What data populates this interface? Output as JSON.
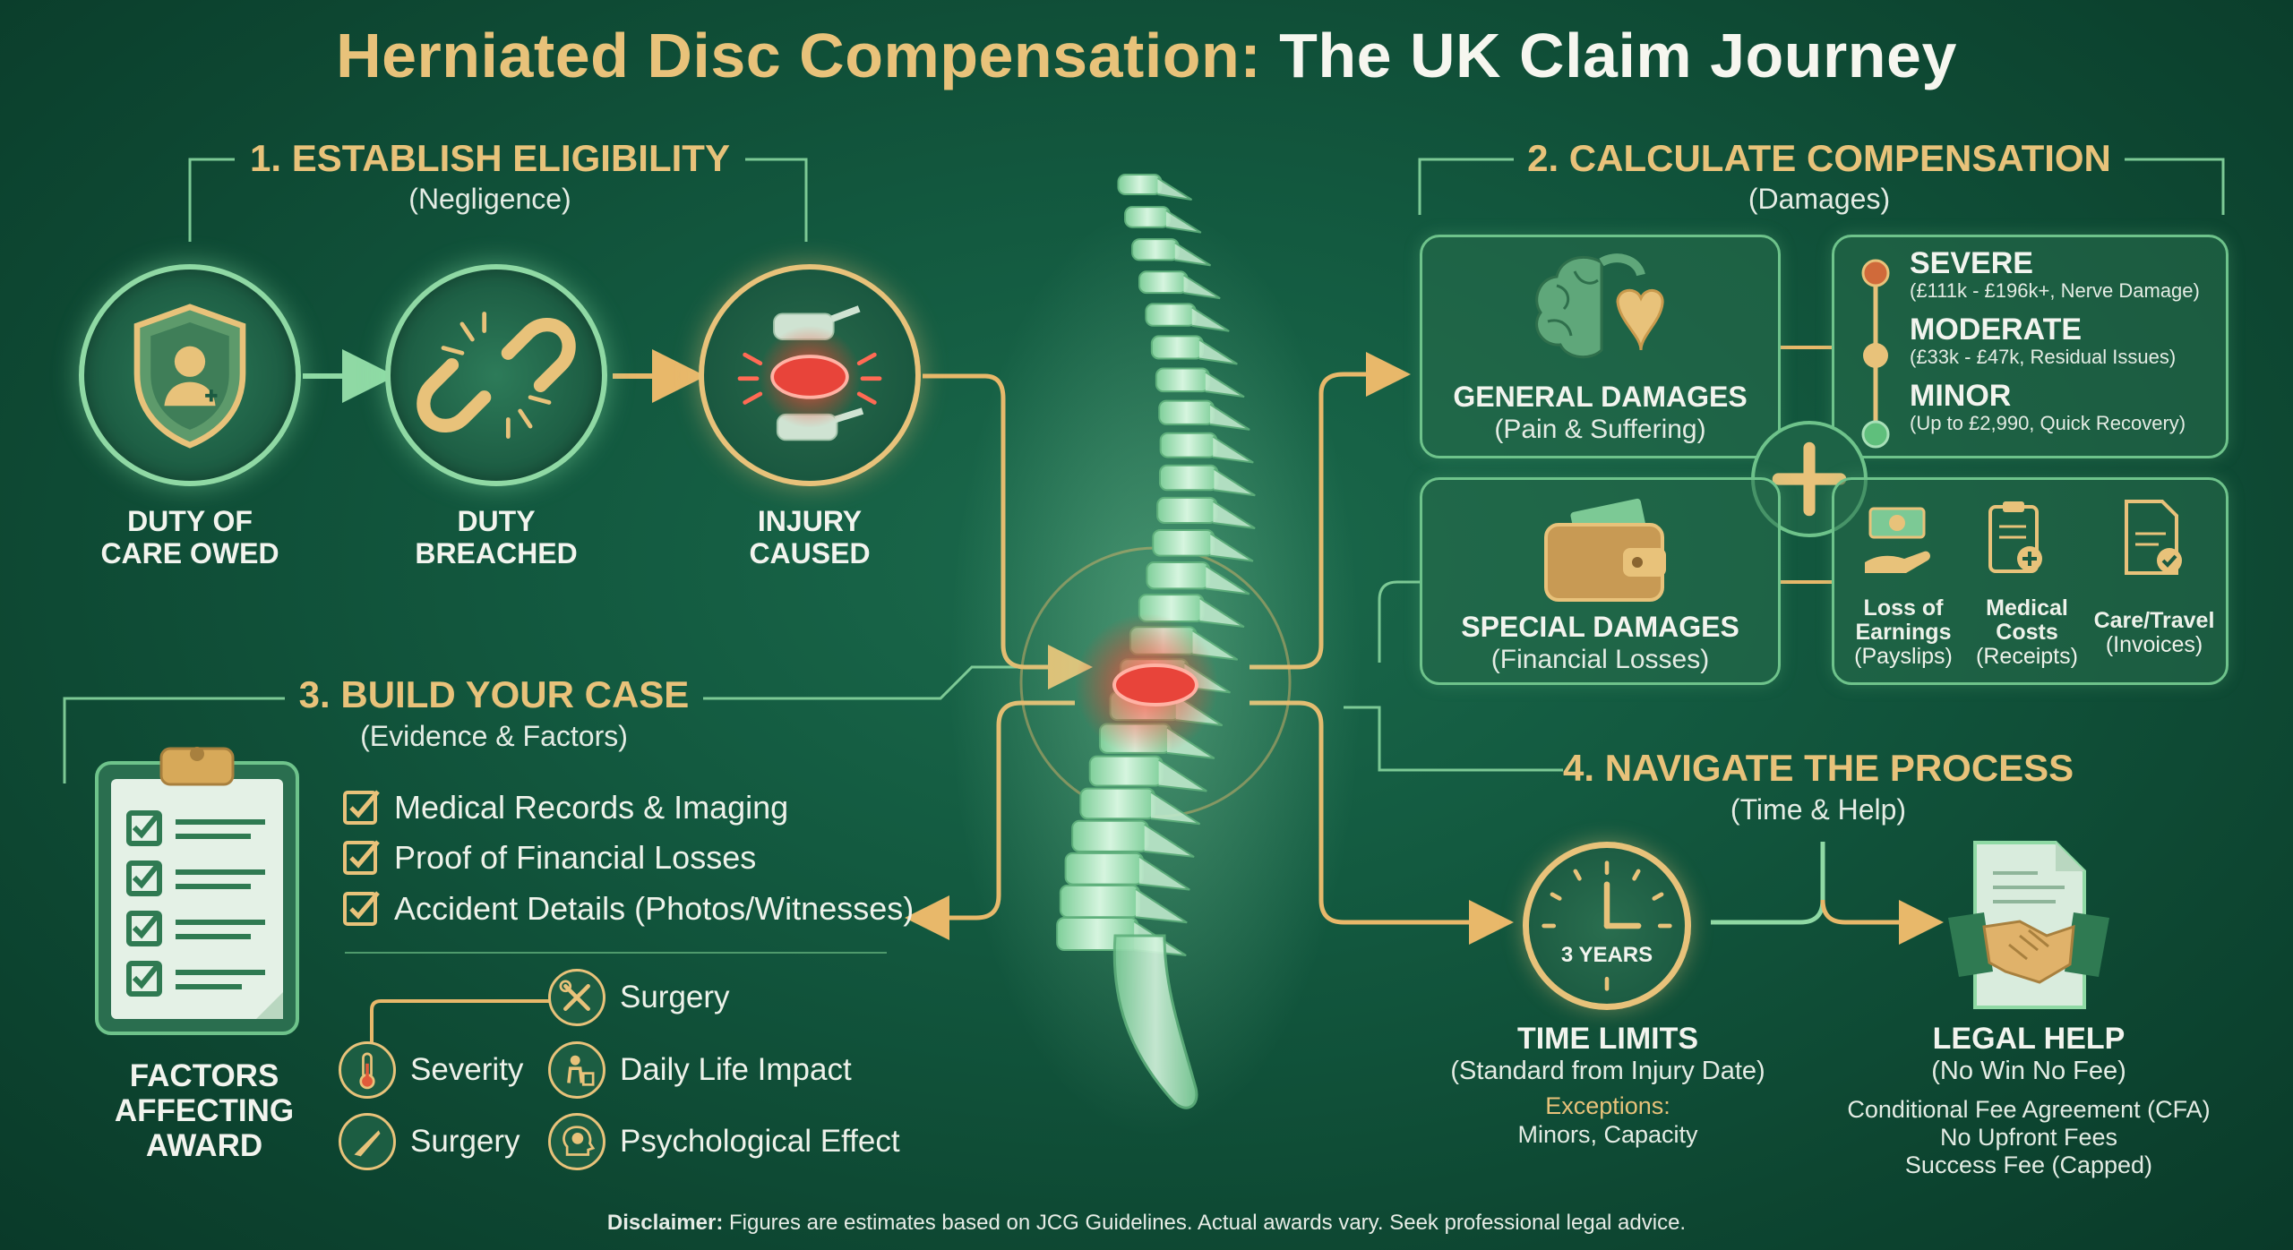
{
  "title": {
    "part1": "Herniated Disc Compensation:",
    "part2": "The UK Claim Journey"
  },
  "colors": {
    "background": "#135a40",
    "gold": "#e8c27a",
    "green_accent": "#8fd9a4",
    "injury_red": "#e8443a"
  },
  "s1": {
    "title": "1. ESTABLISH ELIGIBILITY",
    "sub": "(Negligence)",
    "steps": [
      {
        "line1": "DUTY OF",
        "line2": "CARE OWED",
        "icon": "shield-person-icon"
      },
      {
        "line1": "DUTY",
        "line2": "BREACHED",
        "icon": "broken-chain-icon"
      },
      {
        "line1": "INJURY",
        "line2": "CAUSED",
        "icon": "spine-injury-icon"
      }
    ]
  },
  "s2": {
    "title": "2. CALCULATE COMPENSATION",
    "sub": "(Damages)",
    "general": {
      "title": "GENERAL DAMAGES",
      "sub": "(Pain & Suffering)",
      "icon": "brain-heart-icon"
    },
    "bands": [
      {
        "name": "SEVERE",
        "range": "(£111k - £196k+, Nerve Damage)"
      },
      {
        "name": "MODERATE",
        "range": "(£33k - £47k, Residual Issues)"
      },
      {
        "name": "MINOR",
        "range": "(Up to £2,990, Quick Recovery)"
      }
    ],
    "special": {
      "title": "SPECIAL DAMAGES",
      "sub": "(Financial Losses)",
      "icon": "wallet-icon"
    },
    "items": [
      {
        "l1": "Loss of",
        "l2": "Earnings",
        "note": "(Payslips)",
        "icon": "money-hand-icon"
      },
      {
        "l1": "Medical",
        "l2": "Costs",
        "note": "(Receipts)",
        "icon": "medical-clipboard-icon"
      },
      {
        "l1": "Care/Travel",
        "note": "(Invoices)",
        "icon": "invoice-check-icon"
      }
    ]
  },
  "s3": {
    "title": "3. BUILD YOUR CASE",
    "sub": "(Evidence & Factors)",
    "evidence": [
      "Medical Records & Imaging",
      "Proof of Financial Losses",
      "Accident Details (Photos/Witnesses)"
    ],
    "factors": [
      "Surgery",
      "Severity",
      "Daily Life Impact",
      "Surgery",
      "Psychological Effect"
    ],
    "factors_title": [
      "FACTORS",
      "AFFECTING",
      "AWARD"
    ]
  },
  "s4": {
    "title": "4. NAVIGATE THE PROCESS",
    "sub": "(Time & Help)",
    "clock": "3 YEARS",
    "time": {
      "title": "TIME LIMITS",
      "sub": "(Standard from Injury Date)",
      "exceptions_label": "Exceptions:",
      "exceptions": "Minors, Capacity"
    },
    "legal": {
      "title": "LEGAL HELP",
      "sub": "(No Win No Fee)",
      "lines": [
        "Conditional Fee Agreement (CFA)",
        "No Upfront Fees",
        "Success Fee (Capped)"
      ]
    }
  },
  "disclaimer": {
    "label": "Disclaimer:",
    "text": "Figures are estimates based on JCG Guidelines. Actual awards vary. Seek professional legal advice."
  }
}
